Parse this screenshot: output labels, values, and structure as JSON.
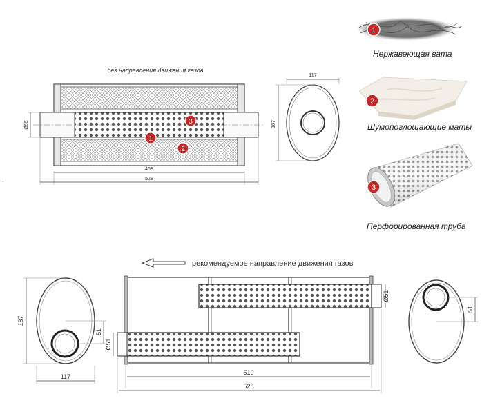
{
  "top_section": {
    "caption": "без направления движения газов",
    "dims": {
      "diameter": "Ø55",
      "height": "187",
      "width": "117",
      "inner_length": "458",
      "total_length": "528"
    },
    "markers": [
      "1",
      "2",
      "3"
    ]
  },
  "legend": {
    "items": [
      {
        "number": "1",
        "label": "Нержавеющая вата"
      },
      {
        "number": "2",
        "label": "Шумопоглощающие маты"
      },
      {
        "number": "3",
        "label": "Перфорированная труба"
      }
    ]
  },
  "bottom_section": {
    "caption": "рекомендуемое направление движения газов",
    "dims": {
      "height": "187",
      "width": "117",
      "offset_left": "51",
      "offset_right": "51",
      "pipe_upper": "Ø51",
      "pipe_lower": "Ø51",
      "inner_length": "510",
      "total_length": "528"
    }
  },
  "colors": {
    "marker": "#c62828",
    "line": "#333333",
    "hatch": "#999999"
  }
}
